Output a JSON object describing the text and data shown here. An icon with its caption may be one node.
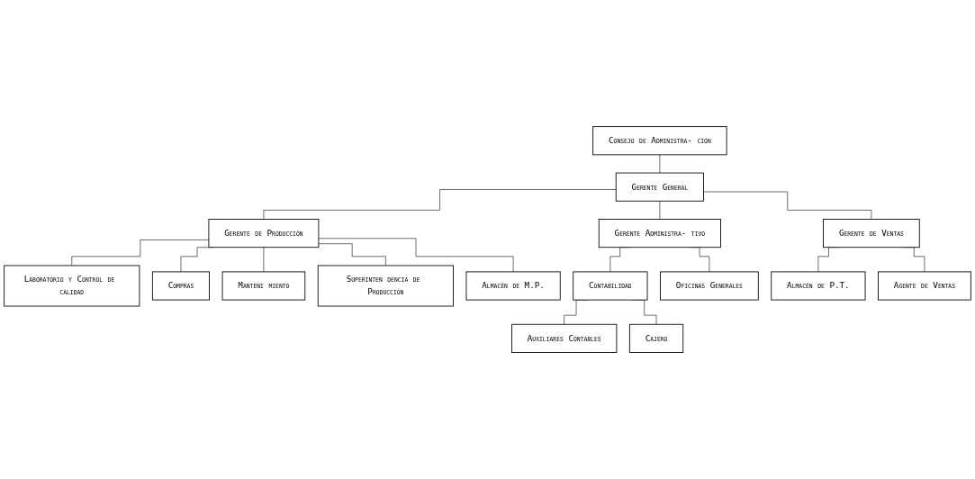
{
  "diagram": {
    "nodes": [
      {
        "text": [
          "Consejo de Administra- ción"
        ]
      },
      {
        "text": [
          "Gerente General"
        ]
      },
      {
        "text": [
          "Laboratorio y Control de calidad"
        ]
      },
      {
        "text": [
          "Gerente de Producción"
        ]
      },
      {
        "text": [
          "Gerente Administra- tivo"
        ]
      },
      {
        "text": [
          "Gerente de Ventas"
        ]
      },
      {
        "text": [
          "Compras"
        ]
      },
      {
        "text": [
          "Manteni miento"
        ]
      },
      {
        "text": [
          "Superinten dencia de Producción"
        ]
      },
      {
        "text": [
          "Almacén de M.P."
        ]
      },
      {
        "text": [
          "Contabilidad"
        ]
      },
      {
        "text": [
          "Oficinas Generales"
        ]
      },
      {
        "text": [
          "Almacén de P.T."
        ]
      },
      {
        "text": [
          "Agente de Ventas"
        ]
      },
      {
        "text": [
          "Auxiliares Contables"
        ]
      },
      {
        "text": [
          "Cajero"
        ]
      }
    ],
    "edges": [
      {
        "from": 0,
        "to": 1,
        "arrow": "none"
      },
      {
        "from": 1,
        "to": 3,
        "arrow": "none"
      },
      {
        "from": 1,
        "to": 4,
        "arrow": "none"
      },
      {
        "from": 1,
        "to": 5,
        "arrow": "none"
      },
      {
        "from": 3,
        "to": 2,
        "arrow": "none"
      },
      {
        "from": 3,
        "to": 6,
        "arrow": "none"
      },
      {
        "from": 3,
        "to": 7,
        "arrow": "none"
      },
      {
        "from": 3,
        "to": 8,
        "arrow": "none"
      },
      {
        "from": 3,
        "to": 9,
        "arrow": "none"
      },
      {
        "from": 4,
        "to": 10,
        "arrow": "none"
      },
      {
        "from": 4,
        "to": 11,
        "arrow": "none"
      },
      {
        "from": 5,
        "to": 12,
        "arrow": "none"
      },
      {
        "from": 5,
        "to": 13,
        "arrow": "none"
      },
      {
        "from": 10,
        "to": 14,
        "arrow": "none"
      },
      {
        "from": 10,
        "to": 15,
        "arrow": "none"
      }
    ]
  }
}
